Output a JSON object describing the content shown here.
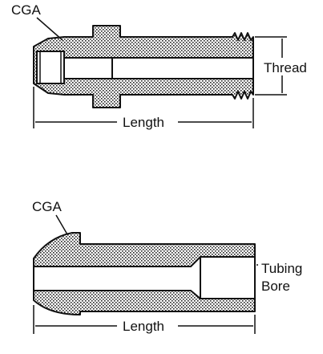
{
  "figure_top": {
    "label_cga": "CGA",
    "label_thread": "Thread",
    "label_length": "Length"
  },
  "figure_bottom": {
    "label_cga": "CGA",
    "label_bore_line1": "Tubing",
    "label_bore_line2": "Bore",
    "label_length": "Length"
  }
}
